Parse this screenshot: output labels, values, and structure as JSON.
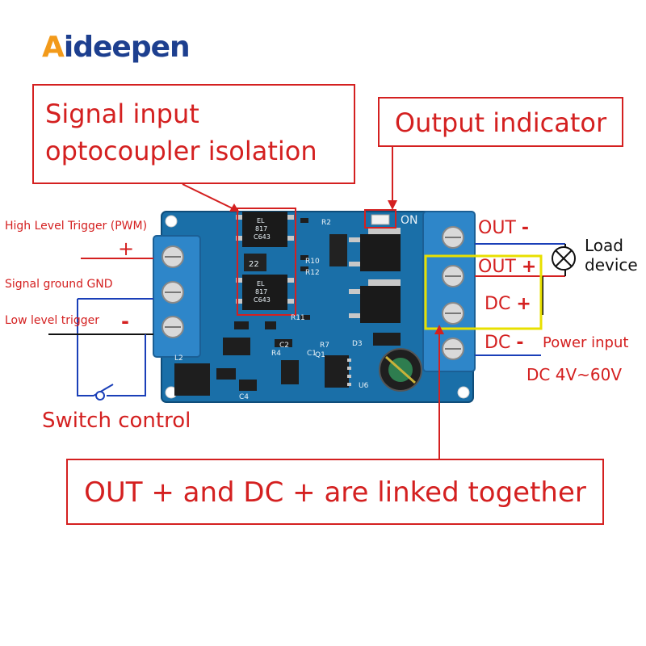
{
  "brand": {
    "logo": "Aideepen"
  },
  "callouts": {
    "signal_input": [
      "Signal input",
      "optocoupler isolation"
    ],
    "output_indicator": "Output indicator",
    "linked": "OUT + and DC + are linked together"
  },
  "inputs": {
    "high_level": "High Level Trigger (PWM)",
    "plus": "+",
    "signal_ground": "Signal ground  GND",
    "low_level": "Low level trigger",
    "minus": "-",
    "switch_control": "Switch control"
  },
  "outputs": {
    "out_minus": "OUT",
    "out_minus_sign": "-",
    "out_plus": "OUT",
    "out_plus_sign": "+",
    "dc_plus": "DC",
    "dc_plus_sign": "+",
    "dc_minus": "DC",
    "dc_minus_sign": "-",
    "load_line1": "Load",
    "load_line2": "device",
    "power_input": "Power input",
    "dc_range": "DC 4V~60V"
  },
  "board": {
    "on_label": "ON",
    "r2": "R2",
    "r10": "R10",
    "r12": "R12",
    "r11": "R11",
    "r4": "R4",
    "r7": "R7",
    "c1": "C1",
    "c2": "C2",
    "c4": "C4",
    "q1": "Q1",
    "l2": "L2",
    "d3": "D3",
    "u6": "U6",
    "chip_code": "22",
    "opto1_text": [
      "EL",
      "817",
      "C643"
    ],
    "opto2_text": [
      "EL",
      "817",
      "C643"
    ]
  },
  "colors": {
    "annotation_red": "#d42020",
    "board_blue": "#1a6fa8",
    "terminal_blue": "#2e86c9",
    "wire_blue": "#1a3fb8",
    "highlight_yellow": "#e8e000",
    "logo_orange": "#f29a1a",
    "logo_navy": "#1d3f8f"
  }
}
